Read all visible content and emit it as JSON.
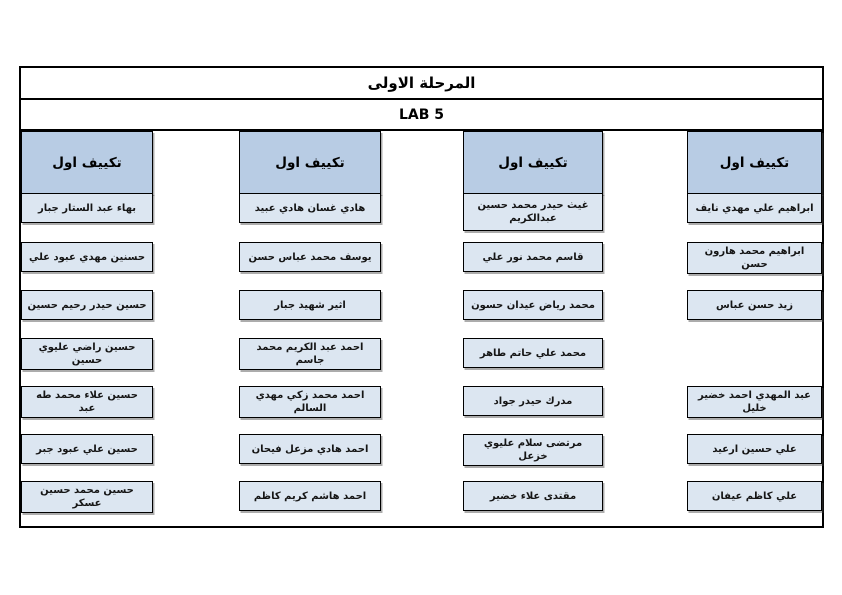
{
  "page": {
    "title": "المرحلة الاولى",
    "subtitle": "LAB 5"
  },
  "colors": {
    "header_fill": "#b8cce4",
    "cell_fill": "#dce6f1",
    "border": "#000000",
    "background": "#ffffff"
  },
  "columns": [
    {
      "header": "تكييف اول",
      "names": [
        "ابراهيم علي مهدي نايف",
        "ابراهيم محمد هارون حسن",
        "زيد حسن عباس",
        "عبد المهدي احمد خضير خليل",
        "علي حسين ارعيد",
        "علي كاظم عيفان"
      ]
    },
    {
      "header": "تكييف اول",
      "names": [
        "غيث حيدر محمد حسين عبدالكريم",
        "قاسم محمد نور علي",
        "محمد رياض عيدان حسون",
        "محمد علي حاتم طاهر",
        "مدرك حيدر جواد",
        "مرتضى سلام عليوي خزعل",
        "مقتدى علاء خضير"
      ]
    },
    {
      "header": "تكييف اول",
      "names": [
        "هادي غسان هادي عبيد",
        "يوسف محمد عباس حسن",
        "اثير شهيد جبار",
        "احمد عبد الكريم محمد جاسم",
        "احمد محمد زكي مهدي السالم",
        "احمد هادي مزعل فيحان",
        "احمد هاشم كريم كاظم"
      ]
    },
    {
      "header": "تكييف اول",
      "names": [
        "بهاء عبد الستار جبار",
        "حسنين مهدي عبود علي",
        "حسين حيدر رحيم حسين",
        "حسين راضي عليوي حسين",
        "حسين علاء محمد طه عبد",
        "حسين علي عبود جبر",
        "حسين محمد حسين عسكر"
      ]
    }
  ]
}
